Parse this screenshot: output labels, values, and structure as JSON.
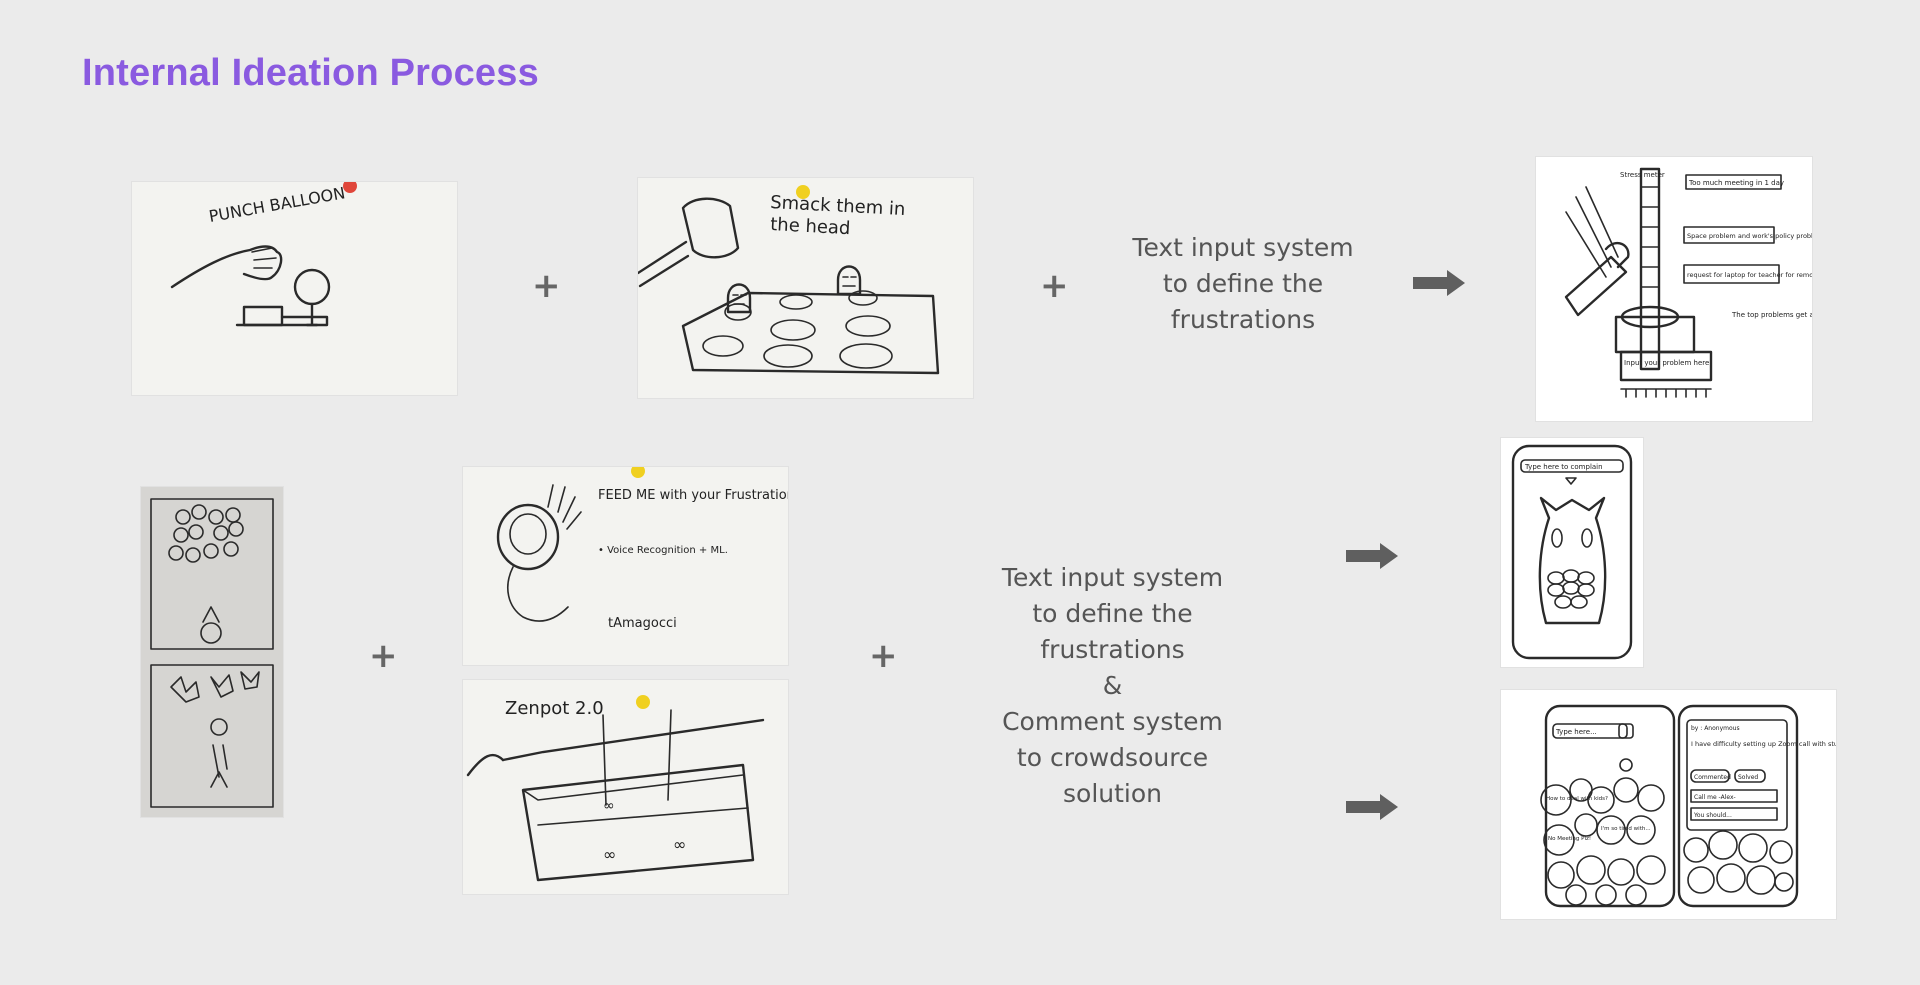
{
  "page": {
    "title": "Internal Ideation Process",
    "accent_color": "#8a5ae0"
  },
  "row1": {
    "sketch1_text": "PUNCH BALLOON",
    "plus1": "+",
    "sketch2_text": "Smack them in the head",
    "plus2": "+",
    "label_lines": [
      "Text input system",
      "to define the",
      "frustrations"
    ],
    "arrow_icon": "arrow-right",
    "result_labels": {
      "stress_meter": "Stress meter",
      "note1": "Too much meeting in 1 day",
      "note2": "Space problem and work's policy problem",
      "note3": "request for laptop for teacher for remote work",
      "note4": "The top problems get assessed first by the management",
      "input": "Input your problem here"
    }
  },
  "row2": {
    "plus1": "+",
    "sketch_feed_text": "FEED ME with your Frustrations.",
    "sketch_feed_note": "• Voice Recognition + ML.",
    "sketch_feed_sign": "tAmagocci",
    "sketch_zenpot_text": "Zenpot 2.0",
    "plus2": "+",
    "label_lines": [
      "Text input system",
      "to define the",
      "frustrations",
      "&",
      "Comment system",
      "to crowdsource",
      "solution"
    ],
    "arrow_icon": "arrow-right",
    "phone1_prompt": "Type here to complain",
    "phone2_prompt": "Type here...",
    "phone2_bubbles": [
      "How to deal with kids?",
      "No Meeting Plz!",
      "I'm so tired with..."
    ],
    "phone3_header": "by : Anonymous",
    "phone3_msg": "I have difficulty setting up Zoom call with students...",
    "phone3_buttons": [
      "Commented",
      "Solved"
    ],
    "phone3_reply": "Call me  -Alex-",
    "phone3_reply2": "You should..."
  }
}
